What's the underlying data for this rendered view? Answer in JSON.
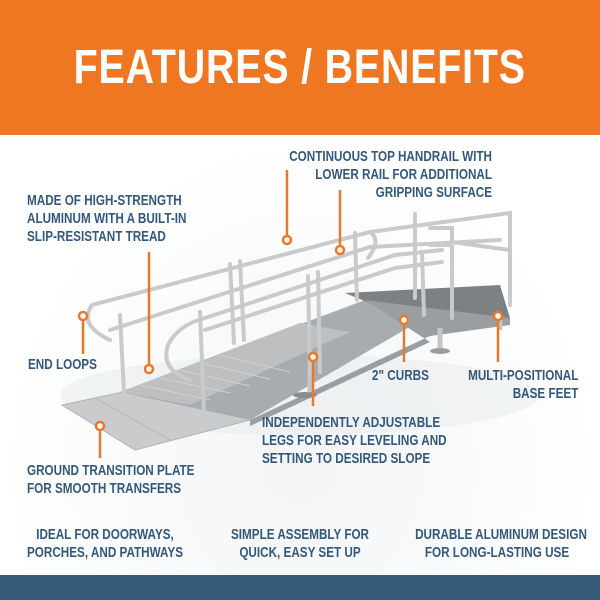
{
  "header": {
    "title": "FEATURES / BENEFITS",
    "background_color": "#f07722"
  },
  "callouts": {
    "handrail": [
      "CONTINUOUS TOP HANDRAIL WITH",
      "LOWER RAIL FOR ADDITIONAL",
      "GRIPPING SURFACE"
    ],
    "aluminum": [
      "MADE OF HIGH-STRENGTH",
      "ALUMINUM WITH A BUILT-IN",
      "SLIP-RESISTANT TREAD"
    ],
    "end_loops": [
      "END LOOPS"
    ],
    "curbs": [
      "2\" CURBS"
    ],
    "base_feet": [
      "MULTI-POSITIONAL",
      "BASE FEET"
    ],
    "legs": [
      "INDEPENDENTLY ADJUSTABLE",
      "LEGS FOR EASY LEVELING AND",
      "SETTING TO DESIRED SLOPE"
    ],
    "transition_plate": [
      "GROUND TRANSITION PLATE",
      "FOR SMOOTH TRANSFERS"
    ]
  },
  "benefits": [
    [
      "IDEAL FOR DOORWAYS,",
      "PORCHES, AND PATHWAYS"
    ],
    [
      "SIMPLE ASSEMBLY FOR",
      "QUICK, EASY SET UP"
    ],
    [
      "DURABLE ALUMINUM DESIGN",
      "FOR LONG-LASTING USE"
    ]
  ],
  "colors": {
    "text": "#34587a",
    "callout_line": "#e8782a",
    "footer": "#365c7a"
  }
}
